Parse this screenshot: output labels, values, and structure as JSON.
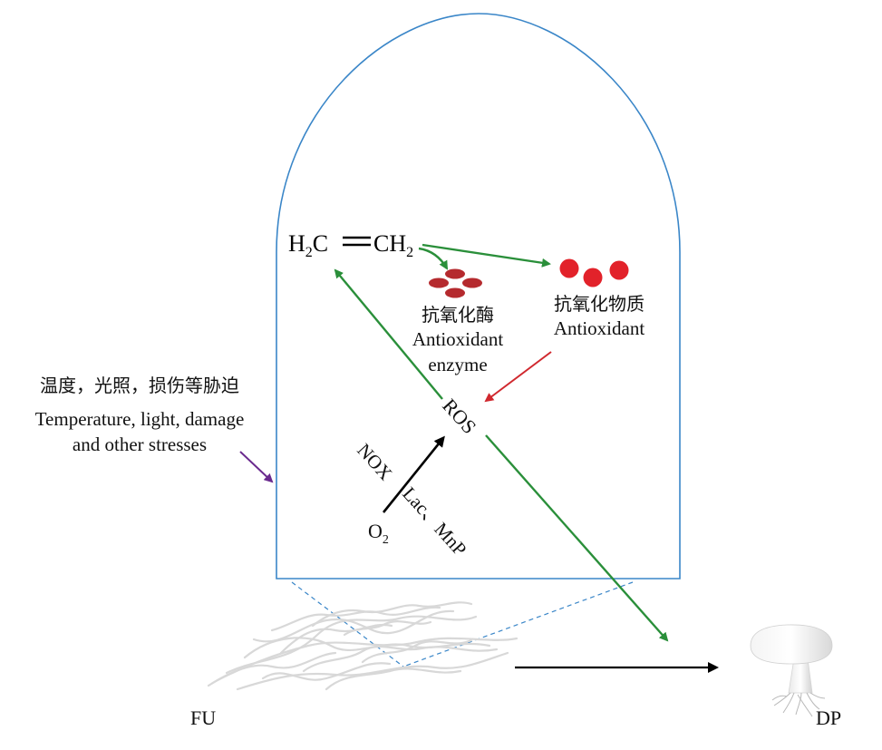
{
  "molecule": {
    "h2c": "H",
    "h2c_sub": "2",
    "h2c_c": "C",
    "ch2_c": "CH",
    "ch2_sub": "2"
  },
  "antioxidant_enzyme": {
    "zh": "抗氧化酶",
    "en_line1": "Antioxidant",
    "en_line2": "enzyme"
  },
  "antioxidant": {
    "zh": "抗氧化物质",
    "en": "Antioxidant"
  },
  "stress": {
    "zh": "温度，光照，损伤等胁迫",
    "en_line1": "Temperature, light, damage",
    "en_line2": "and other stresses"
  },
  "ros": "ROS",
  "nox": "NOX",
  "lac_mnp": "Lac、MnP",
  "o2": "O",
  "o2_sub": "2",
  "fu": "FU",
  "dp": "DP",
  "colors": {
    "outline": "#3a86c8",
    "green": "#2a8f3a",
    "red": "#d0282e",
    "purple": "#6a2a8e",
    "black": "#000000",
    "enzyme": "#b52a2e"
  }
}
